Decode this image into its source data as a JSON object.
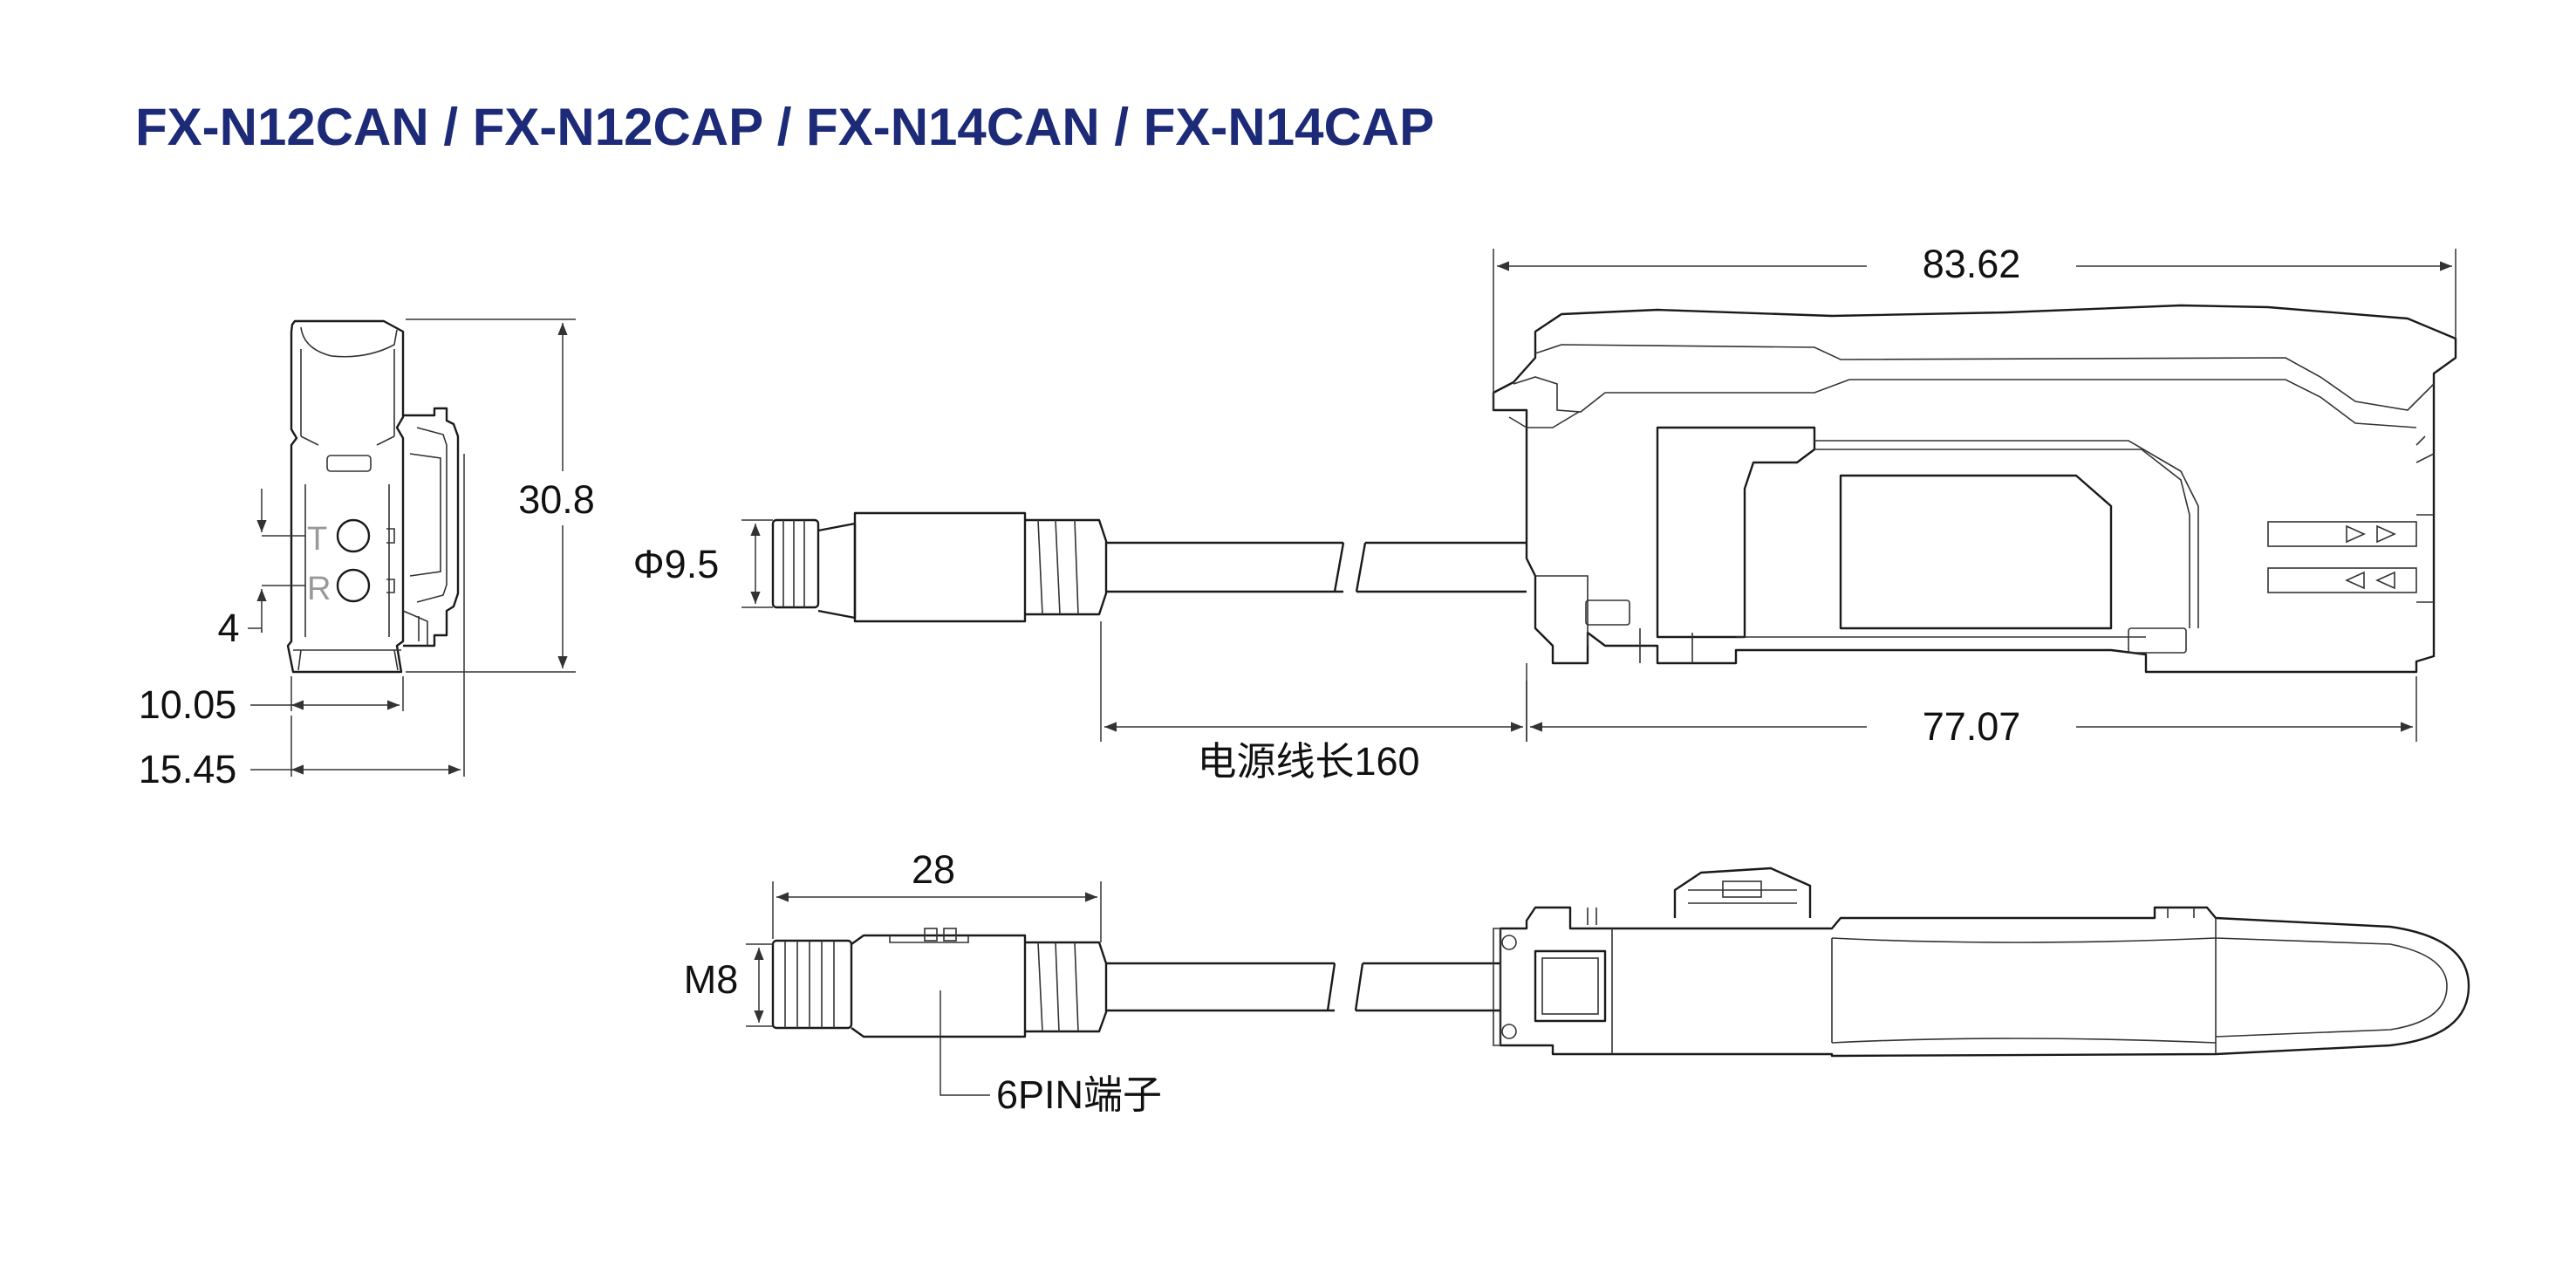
{
  "title": "FX-N12CAN / FX-N12CAP / FX-N14CAN / FX-N14CAP",
  "colors": {
    "title": "#1c2a78",
    "line": "#1a1a1a",
    "dimension": "#333333",
    "background": "#ffffff"
  },
  "side_view": {
    "labels": {
      "top_led": "T",
      "bottom_led": "R"
    },
    "dimensions": {
      "height": "30.8",
      "pitch": "4",
      "body_width": "10.05",
      "overall_width": "15.45"
    }
  },
  "front_view": {
    "dimensions": {
      "overall_length": "83.62",
      "body_length": "77.07",
      "connector_diameter": "Φ9.5",
      "cable_length": "电源线长160"
    }
  },
  "top_view": {
    "dimensions": {
      "connector_length": "28",
      "thread": "M8"
    },
    "callouts": {
      "connector_pins": "6PIN端子"
    }
  }
}
